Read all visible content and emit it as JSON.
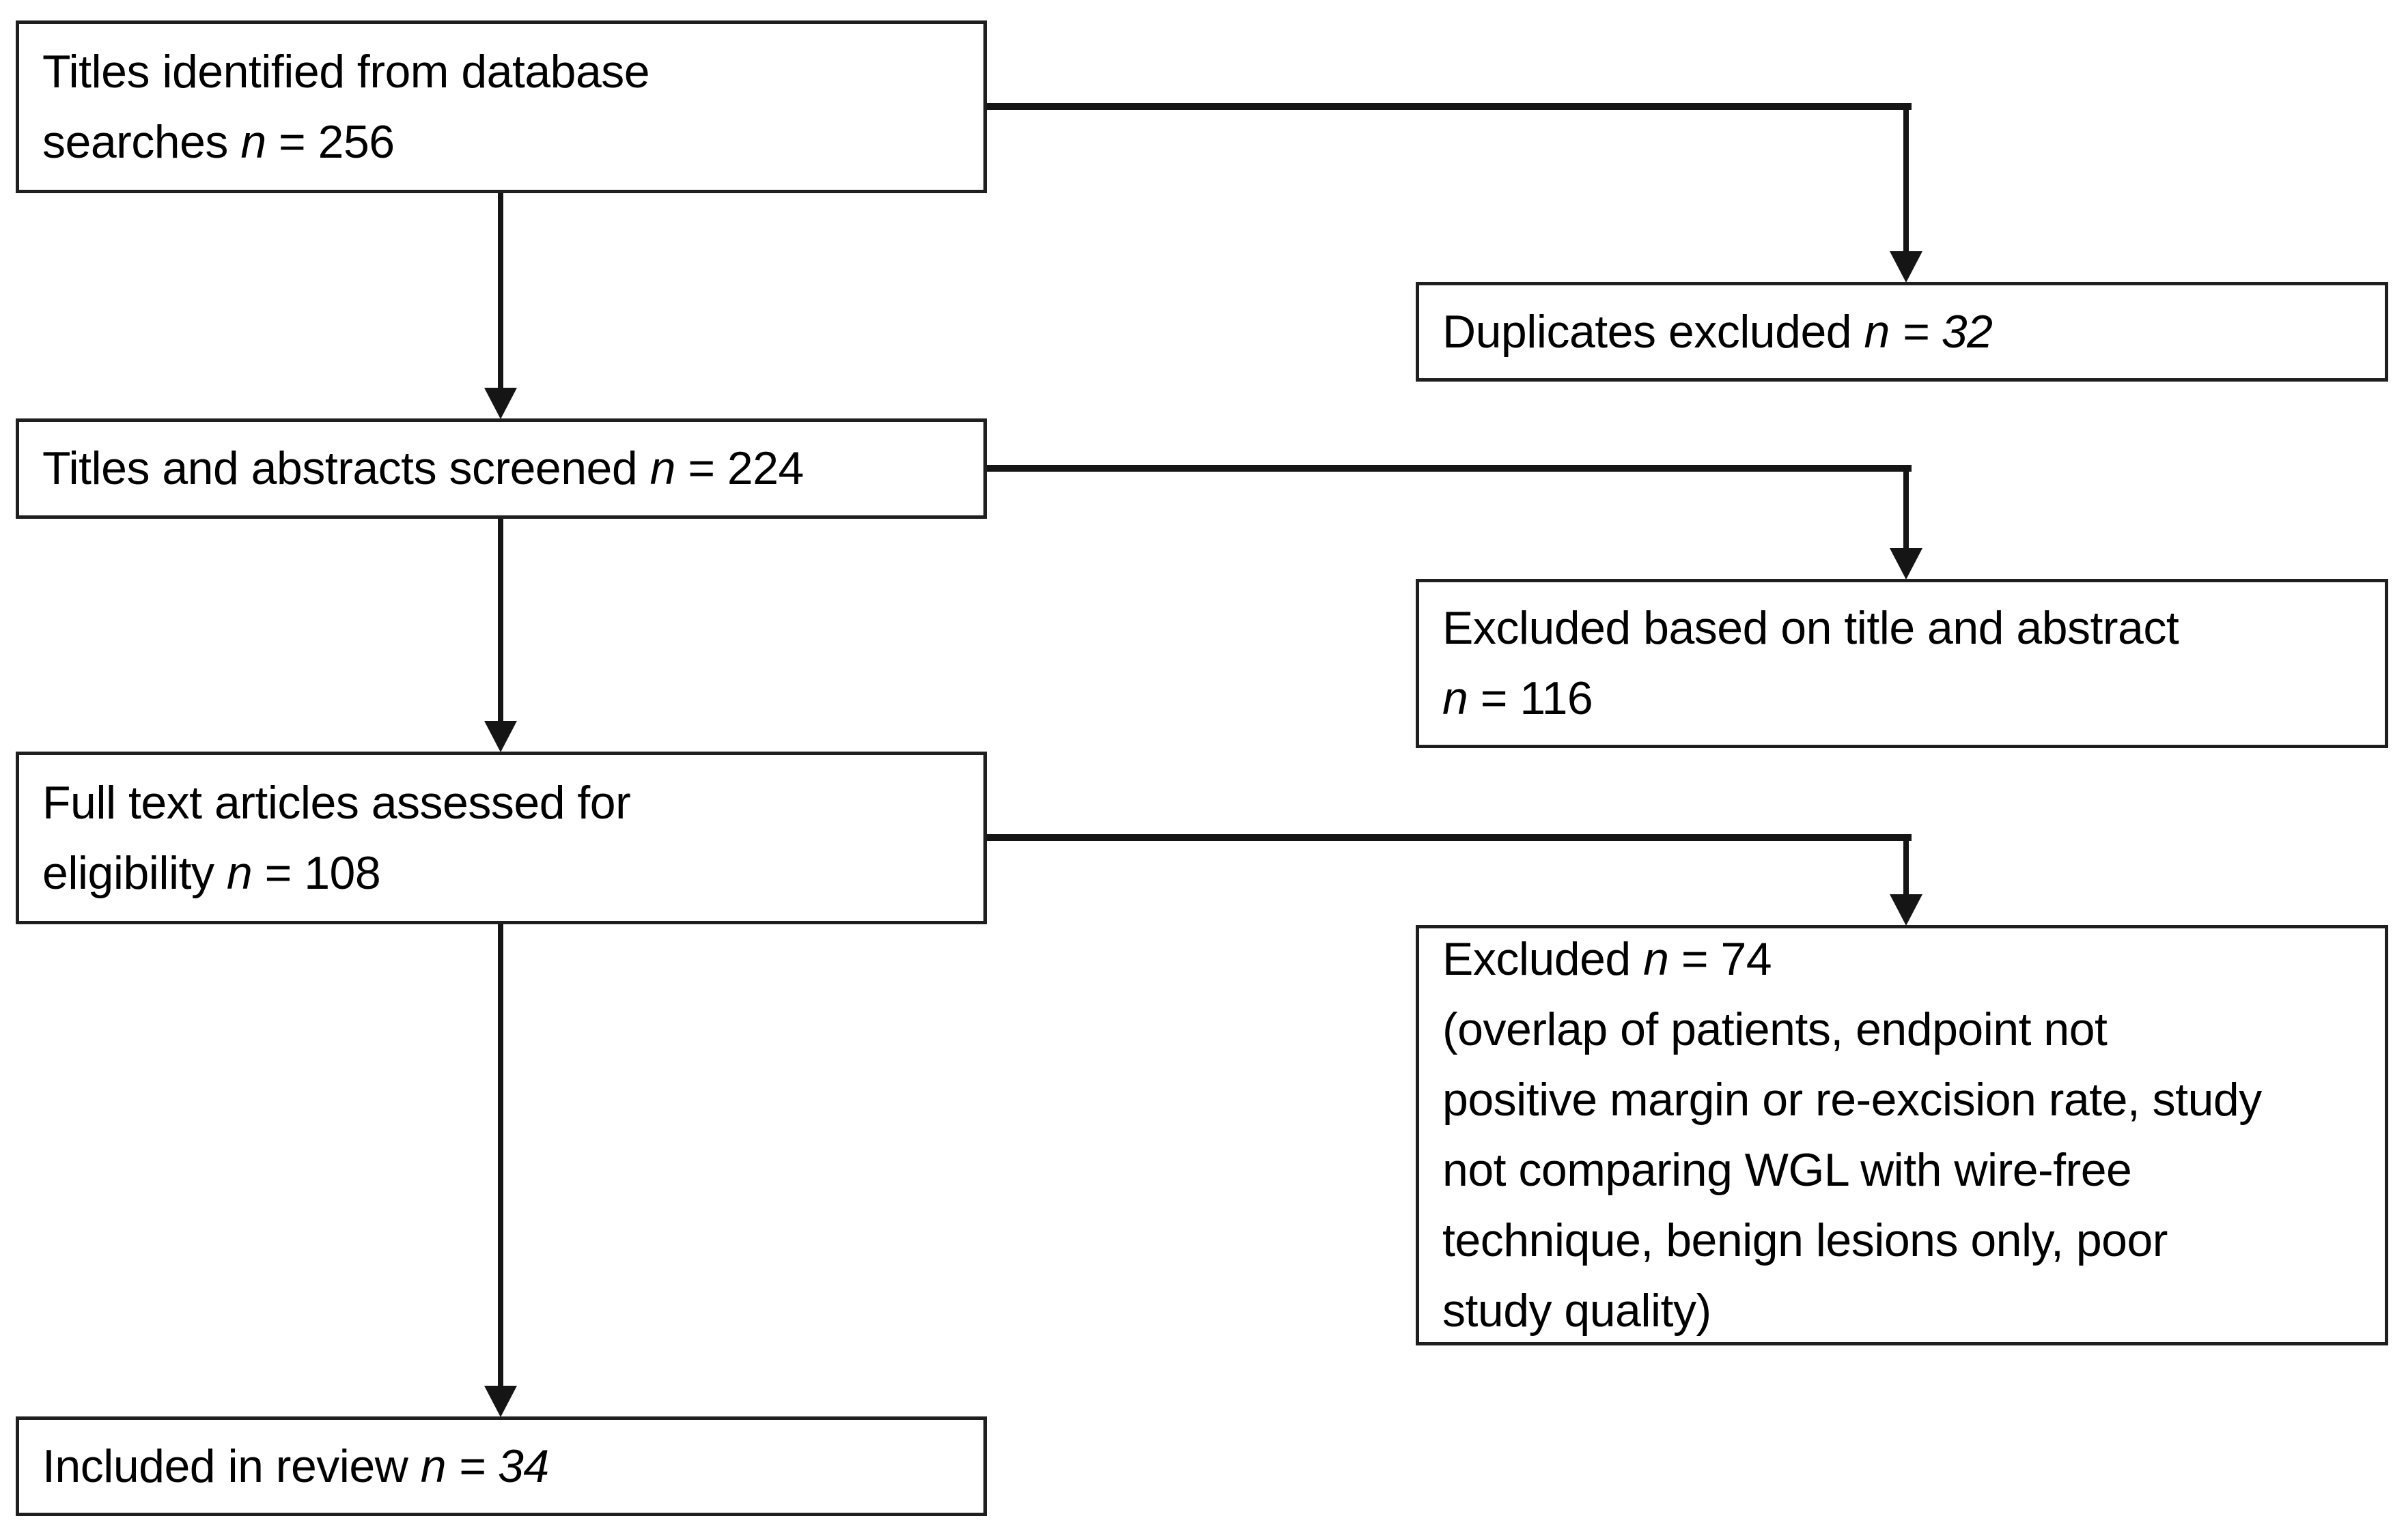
{
  "diagram": {
    "kind": "study-selection-flowchart",
    "colors": {
      "background": "#ffffff",
      "box_border": "#1f1f1f",
      "connector": "#151515",
      "text": "#000000"
    }
  },
  "boxes": {
    "titles_identified": {
      "line1": "Titles identified from database",
      "line2_pre": "searches ",
      "n_var": "n",
      "val": " = 256"
    },
    "duplicates_excluded": {
      "pre": "Duplicates excluded ",
      "n_italic": "n = 32"
    },
    "titles_abstracts_screened": {
      "pre": "Titles and abstracts screened ",
      "n_var": "n",
      "val": " = 224"
    },
    "excluded_title_abstract": {
      "line1": "Excluded based on title and abstract",
      "n_var": "n",
      "val": " = 116"
    },
    "full_text_assessed": {
      "line1": "Full text articles assessed for",
      "line2_pre": "eligibility ",
      "n_var": "n",
      "val": " = 108"
    },
    "excluded_full_text": {
      "pre": "Excluded ",
      "n_var": "n",
      "val": " = 74",
      "details": [
        "(overlap of patients, endpoint not",
        "positive margin or re-excision rate, study",
        "not comparing WGL with wire-free",
        "technique, benign lesions only, poor",
        "study quality)"
      ]
    },
    "included_in_review": {
      "pre": "Included in review ",
      "n_italic": "n = 34"
    }
  },
  "counts": {
    "titles_identified": 256,
    "duplicates_excluded": 32,
    "titles_abstracts_screened": 224,
    "excluded_title_abstract": 116,
    "full_text_assessed": 108,
    "excluded_full_text": 74,
    "included_in_review": 34
  },
  "edges": [
    {
      "from": "titles-identified",
      "to": "titles-abstracts-screened"
    },
    {
      "from": "titles-identified",
      "to": "duplicates-excluded"
    },
    {
      "from": "titles-abstracts-screened",
      "to": "full-text-assessed"
    },
    {
      "from": "titles-abstracts-screened",
      "to": "excluded-title-abstract"
    },
    {
      "from": "full-text-assessed",
      "to": "included-in-review"
    },
    {
      "from": "full-text-assessed",
      "to": "excluded-full-text"
    }
  ]
}
